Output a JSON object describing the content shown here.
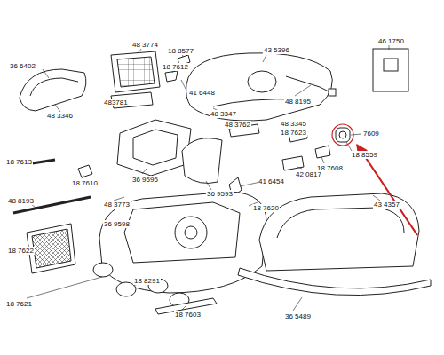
{
  "diagram": {
    "labels": [
      "36 6402",
      "48 3774",
      "18 8577",
      "43 5396",
      "46 1750",
      "18 7612",
      "483781",
      "41 6448",
      "48 8195",
      "48 3346",
      "48 3347",
      "48 3762",
      "48 3345",
      "18 7623",
      "7609",
      "18 8559",
      "18 7613",
      "18 7610",
      "36 9595",
      "18 7608",
      "42 0817",
      "48 8193",
      "48 3773",
      "36 9593",
      "41 6454",
      "43 4357",
      "36 9598",
      "18 7620",
      "18 7622",
      "18 7621",
      "18 8291",
      "18 7603",
      "36 5489"
    ]
  }
}
